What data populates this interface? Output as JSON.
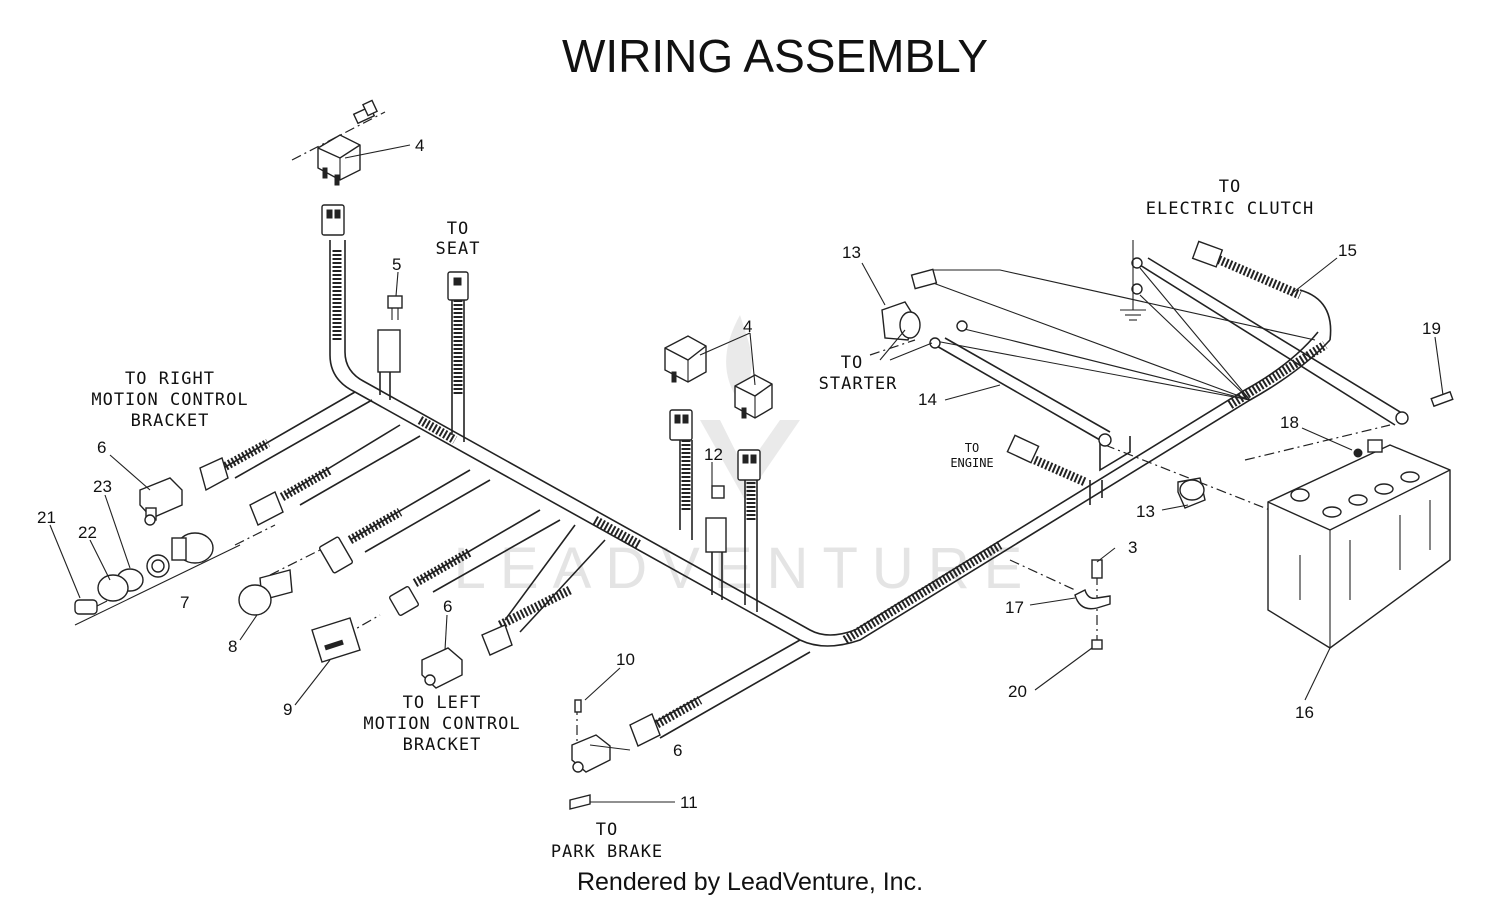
{
  "title": "WIRING ASSEMBLY",
  "watermark": "LEADVENTURE",
  "credit": "Rendered by LeadVenture, Inc.",
  "destinations": {
    "seat": [
      "TO",
      "SEAT"
    ],
    "right_bracket": [
      "TO RIGHT",
      "MOTION CONTROL",
      "BRACKET"
    ],
    "left_bracket": [
      "TO LEFT",
      "MOTION CONTROL",
      "BRACKET"
    ],
    "park_brake": [
      "TO",
      "PARK BRAKE"
    ],
    "starter": [
      "TO",
      "STARTER"
    ],
    "engine": [
      "TO",
      "ENGINE"
    ],
    "clutch": [
      "TO",
      "ELECTRIC CLUTCH"
    ]
  },
  "callouts": {
    "c4a": "4",
    "c4b": "4",
    "c5": "5",
    "c6a": "6",
    "c6b": "6",
    "c6c": "6",
    "c7": "7",
    "c8": "8",
    "c9": "9",
    "c10": "10",
    "c11": "11",
    "c12": "12",
    "c13a": "13",
    "c13b": "13",
    "c14": "14",
    "c15": "15",
    "c16": "16",
    "c17": "17",
    "c18": "18",
    "c19": "19",
    "c20": "20",
    "c21": "21",
    "c22": "22",
    "c23": "23",
    "c3": "3"
  }
}
